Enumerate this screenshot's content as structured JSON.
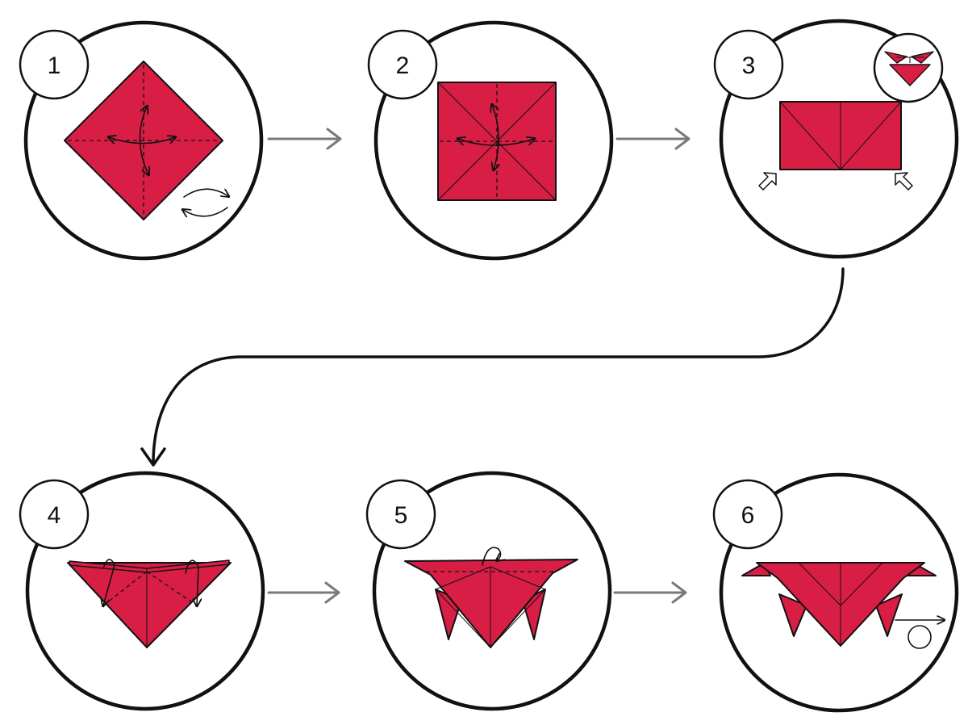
{
  "steps": [
    {
      "number": "1"
    },
    {
      "number": "2"
    },
    {
      "number": "3"
    },
    {
      "number": "4"
    },
    {
      "number": "5"
    },
    {
      "number": "6"
    }
  ],
  "colors": {
    "paper": "#d81e45",
    "outline": "#111111",
    "flow_arrow": "#7a7a7a",
    "background": "#ffffff"
  },
  "icons": {
    "turn_over": "turn-over-icon",
    "fold_arrow": "fold-arrow-icon",
    "push_arrow": "hollow-push-arrow-icon",
    "rotate": "rotate-icon",
    "preview": "preview-result-icon"
  }
}
